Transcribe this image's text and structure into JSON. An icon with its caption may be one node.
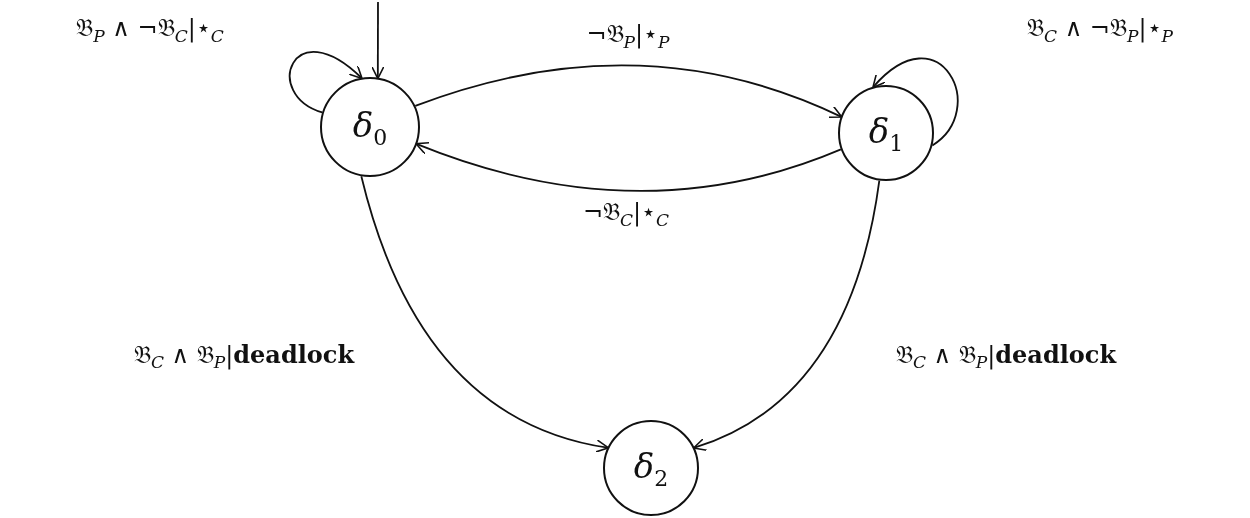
{
  "diagram": {
    "nodes": [
      {
        "text": [
          "δ$_{0}$"
        ]
      },
      {
        "text": [
          "δ$_{1}$"
        ]
      },
      {
        "text": [
          "δ$_{2}$"
        ]
      }
    ],
    "edges": [
      {
        "from": null,
        "to": 0,
        "arrow": "to"
      },
      {
        "from": 0,
        "to": 0,
        "arrow": "to",
        "label": "𝔅$_{P}$ ∧ ¬𝔅$_{C}$|⋆$_{C}$"
      },
      {
        "from": 0,
        "to": 1,
        "arrow": "to",
        "label": "¬𝔅$_{P}$|⋆$_{P}$"
      },
      {
        "from": 1,
        "to": 0,
        "arrow": "to",
        "label": "¬𝔅$_{C}$|⋆$_{C}$"
      },
      {
        "from": 1,
        "to": 1,
        "arrow": "to",
        "label": "𝔅$_{C}$ ∧ ¬𝔅$_{P}$|⋆$_{P}$"
      },
      {
        "from": 0,
        "to": 2,
        "arrow": "to",
        "label": "𝔅$_{C}$ ∧ 𝔅$_{P}$|**deadlock**"
      },
      {
        "from": 1,
        "to": 2,
        "arrow": "to",
        "label": "𝔅$_{C}$ ∧ 𝔅$_{P}$|**deadlock**"
      }
    ]
  }
}
